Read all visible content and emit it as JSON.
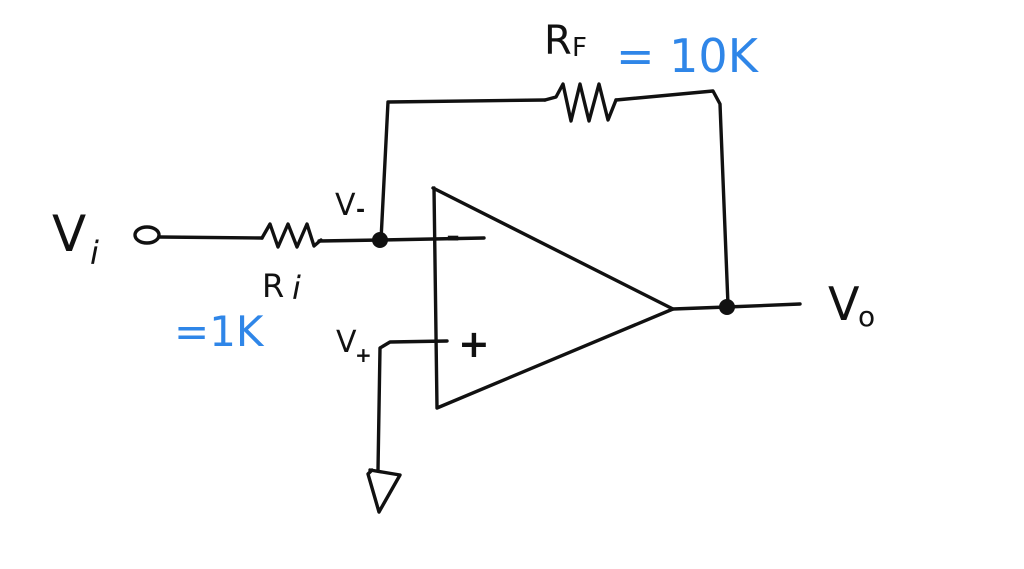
{
  "labels": {
    "vi": "V",
    "vi_sub": "i",
    "ri": "R",
    "ri_sub": "i",
    "ri_value": "=1K",
    "rf": "R",
    "rf_sub": "F",
    "rf_value": "= 10K",
    "v_minus": "V",
    "v_minus_sub": "-",
    "v_plus": "V",
    "v_plus_sub": "+",
    "minus_sign": "-",
    "plus_sign": "+",
    "vo": "V",
    "vo_sub": "o"
  },
  "colors": {
    "ink": "#111111",
    "annotation": "#2f86e8",
    "background": "#ffffff"
  }
}
